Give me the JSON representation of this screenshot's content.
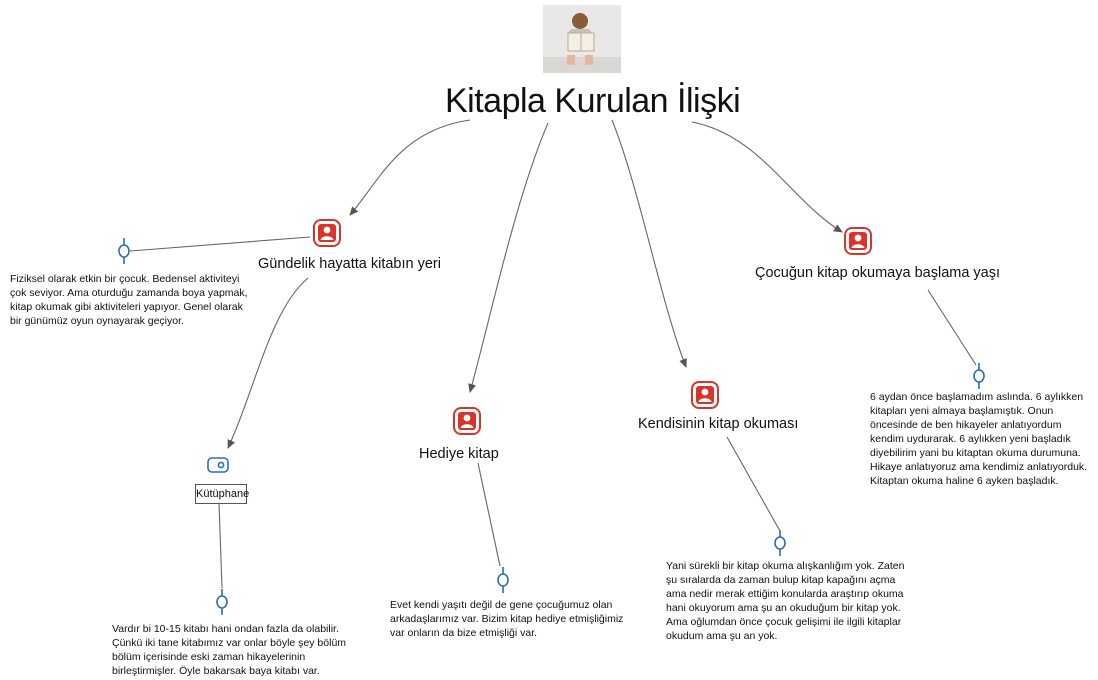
{
  "title": "Kitapla Kurulan İlişki",
  "colors": {
    "case_icon": "#d9342b",
    "memo_icon": "#2f6db3",
    "edge": "#555555"
  },
  "nodes": {
    "gundelik": {
      "label": "Gündelik hayatta kitabın yeri",
      "icon": "case-person-icon"
    },
    "cocugun": {
      "label": "Çocuğun kitap okumaya başlama yaşı",
      "icon": "case-person-icon"
    },
    "hediye": {
      "label": "Hediye kitap",
      "icon": "case-person-icon"
    },
    "kendisi": {
      "label": "Kendisinin kitap okuması",
      "icon": "case-person-icon"
    },
    "kutuphane": {
      "label": "Kütüphane",
      "icon": "set-icon"
    }
  },
  "memos": {
    "fiziksel": "Fiziksel olarak etkin bir çocuk. Bedensel aktiviteyi çok seviyor. Ama oturduğu zamanda boya yapmak, kitap okumak gibi aktiviteleri yapıyor. Genel olarak bir günümüz oyun oynayarak geçiyor.",
    "vardir": "Vardır bi 10-15 kitabı hani ondan fazla da olabilir. Çünkü iki tane kitabımız var onlar böyle şey bölüm bölüm içerisinde eski zaman hikayelerinin birleştirmişler. Öyle bakarsak baya kitabı var.",
    "evet": "Evet kendi yaşıtı değil de gene çocuğumuz olan arkadaşlarımız var. Bizim kitap hediye etmişliğimiz var onların da bize etmişliği var.",
    "yani": "Yani sürekli bir kitap okuma alışkanlığım yok. Zaten şu sıralarda da zaman bulup kitap kapağını açma ama nedir merak ettiğim konularda araştırıp okuma hani okuyorum ama şu an okuduğum bir kitap yok. Ama oğlumdan önce çocuk gelişimi ile ilgili kitaplar okudum ama şu an yok.",
    "alti_ay": "6 aydan önce başlamadım aslında. 6 aylıkken kitapları yeni almaya başlamıştık. Onun öncesinde de ben hikayeler anlatıyordum kendim uydurarak. 6 aylıkken yeni başladık diyebilirim yani bu kitaptan okuma durumuna. Hikaye anlatıyoruz ama kendimiz anlatıyorduk. Kitaptan okuma haline 6 ayken başladık."
  }
}
